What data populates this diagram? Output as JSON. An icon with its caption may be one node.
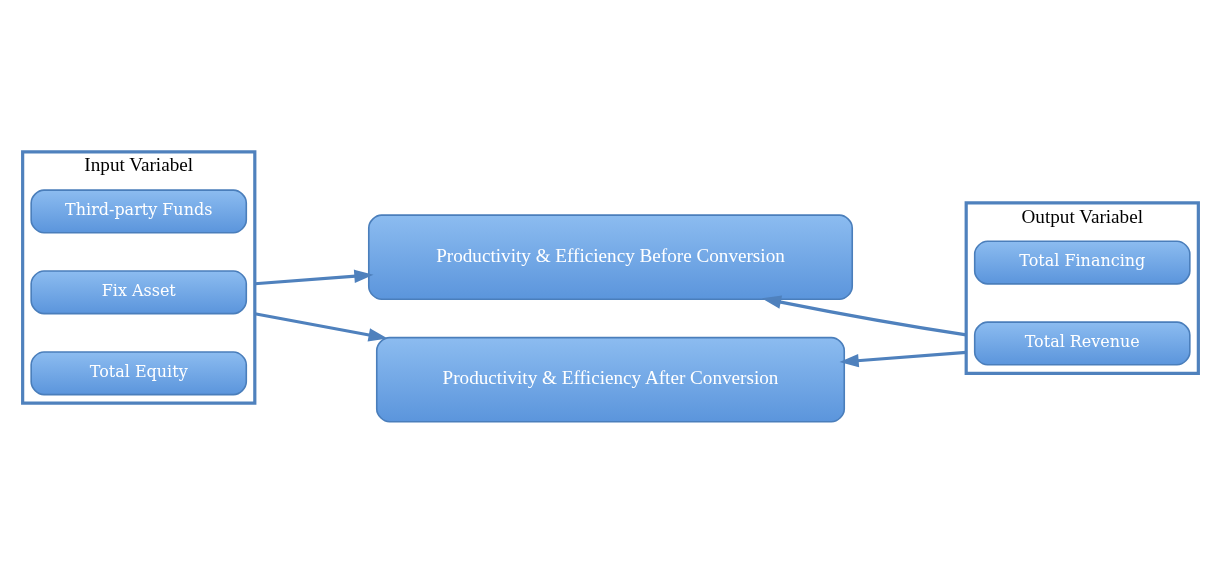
{
  "diagram": {
    "nodes": [
      {
        "text": [
          "Input Variabel"
        ]
      },
      {
        "text": [
          "Third-party Funds"
        ],
        "in": 0
      },
      {
        "text": [
          "Fix Asset"
        ],
        "in": 0
      },
      {
        "text": [
          "Total Equity"
        ],
        "in": 0
      },
      {
        "text": [
          "Productivity & Efficiency Before Conversion"
        ]
      },
      {
        "text": [
          "Productivity & Efficiency After Conversion"
        ]
      },
      {
        "text": [
          "Output Variabel"
        ]
      },
      {
        "text": [
          "Total Financing"
        ],
        "in": 6
      },
      {
        "text": [
          "Total Revenue"
        ],
        "in": 6
      }
    ],
    "edges": [
      {
        "from": 0,
        "to": 4,
        "arrow": "to"
      },
      {
        "from": 0,
        "to": 5,
        "arrow": "to"
      },
      {
        "from": 6,
        "to": 4,
        "arrow": "to"
      },
      {
        "from": 6,
        "to": 5,
        "arrow": "to"
      }
    ]
  }
}
